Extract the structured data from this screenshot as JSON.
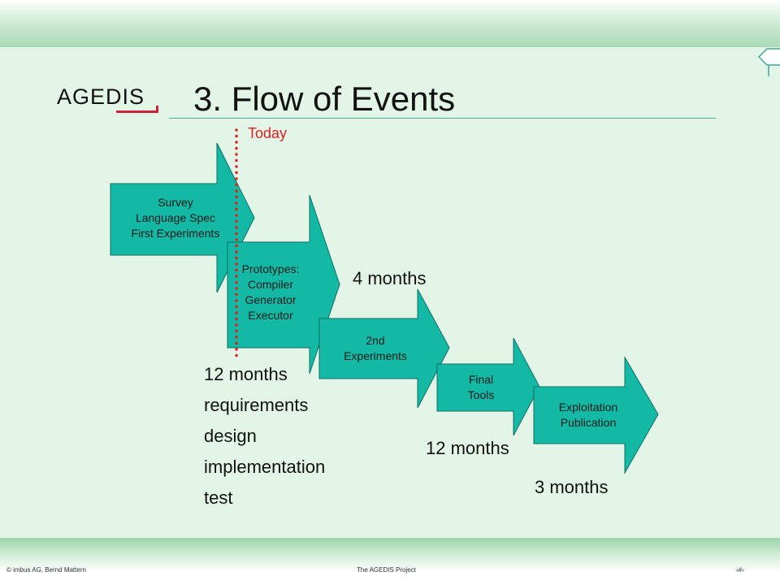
{
  "header": {
    "logo_text": "AGEDIS",
    "title": "3.  Flow of Events"
  },
  "marker": {
    "label": "Today",
    "color": "#e02020"
  },
  "phases": [
    {
      "lines": [
        "Survey",
        "Language Spec",
        "First Experiments"
      ]
    },
    {
      "lines": [
        "Prototypes:",
        "Compiler",
        "Generator",
        "Executor"
      ]
    },
    {
      "lines": [
        "2nd",
        "Experiments"
      ]
    },
    {
      "lines": [
        "Final",
        "Tools"
      ]
    },
    {
      "lines": [
        "Exploitation",
        "Publication"
      ]
    }
  ],
  "durations": {
    "left": "12 months",
    "second_experiments": "4 months",
    "final_tools": "12 months",
    "exploitation": "3 months"
  },
  "activities": [
    "requirements",
    "design",
    "implementation",
    "test"
  ],
  "footer": {
    "left": "©  imbus AG, Bernd Mattern",
    "center": "The AGEDIS Project",
    "right": "‹#›"
  },
  "colors": {
    "arrow_fill": "#14b9a5",
    "background": "#e3f5e7",
    "accent_red": "#d4213a"
  }
}
